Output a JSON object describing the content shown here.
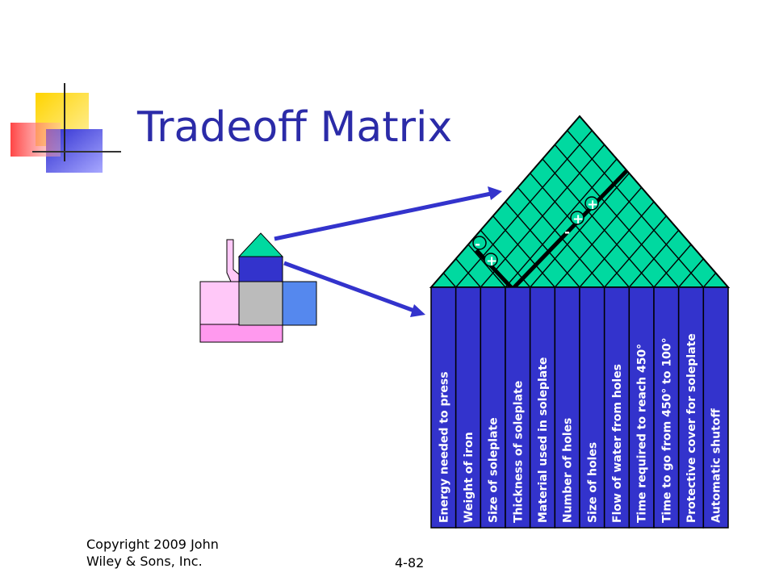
{
  "slide": {
    "title": "Tradeoff Matrix",
    "footer_copyright_line1": "Copyright 2009 John",
    "footer_copyright_line2": "Wiley & Sons, Inc.",
    "slide_number": "4-82"
  },
  "matrix": {
    "columns": [
      "Energy needed to press",
      "Weight of iron",
      "Size of soleplate",
      "Thickness of soleplate",
      "Material used in soleplate",
      "Number of holes",
      "Size of holes",
      "Flow of water from holes",
      "Time required to reach 450°",
      "Time  to go from 450° to 100°",
      "Protective cover for soleplate",
      "Automatic shutoff"
    ],
    "correlations": [
      {
        "sign": "-"
      },
      {
        "sign": "+"
      },
      {
        "sign": "+"
      },
      {
        "sign": "+"
      },
      {
        "sign": "-"
      }
    ]
  },
  "colors": {
    "title": "#2b2ba8",
    "roof": "#00d9a0",
    "column_fill": "#3333cc",
    "arrow": "#3333cc",
    "mini_pink": "#ffc8f8",
    "mini_magenta": "#ff99ee",
    "mini_gray": "#bbbbbb",
    "mini_light_blue": "#5588ee"
  }
}
